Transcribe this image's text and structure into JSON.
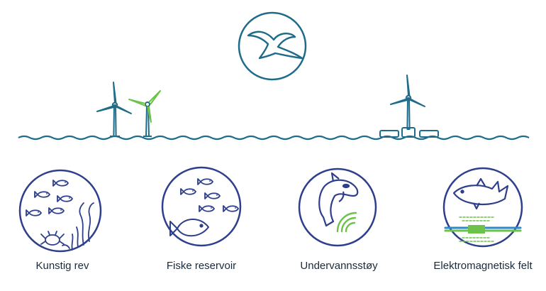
{
  "colors": {
    "teal": "#1f6b8a",
    "navy": "#2e3f8c",
    "green": "#6cc24a",
    "blue": "#2e8bc8"
  },
  "top_icon": "seagull-icon",
  "panels": [
    {
      "label": "Kunstig rev",
      "icon": "artificial-reef-icon"
    },
    {
      "label": "Fiske reservoir",
      "icon": "fish-reservoir-icon"
    },
    {
      "label": "Undervannsstøy",
      "icon": "orca-noise-icon"
    },
    {
      "label": "Elektromagnetisk felt",
      "icon": "shark-cable-icon"
    }
  ]
}
